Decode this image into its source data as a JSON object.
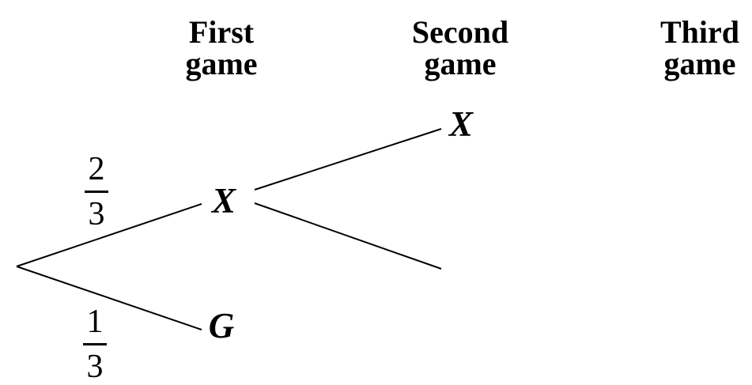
{
  "headers": {
    "first": "First\ngame",
    "second": "Second\ngame",
    "third": "Third\ngame"
  },
  "tree": {
    "first_game": [
      {
        "probability": {
          "numerator": "2",
          "denominator": "3"
        },
        "outcome": "X"
      },
      {
        "probability": {
          "numerator": "1",
          "denominator": "3"
        },
        "outcome": "G"
      }
    ],
    "second_game": [
      {
        "parent": "X",
        "outcome": "X"
      },
      {
        "parent": "X",
        "outcome": ""
      }
    ]
  },
  "colors": {
    "background": "#ffffff",
    "line": "#000000",
    "text": "#000000"
  }
}
